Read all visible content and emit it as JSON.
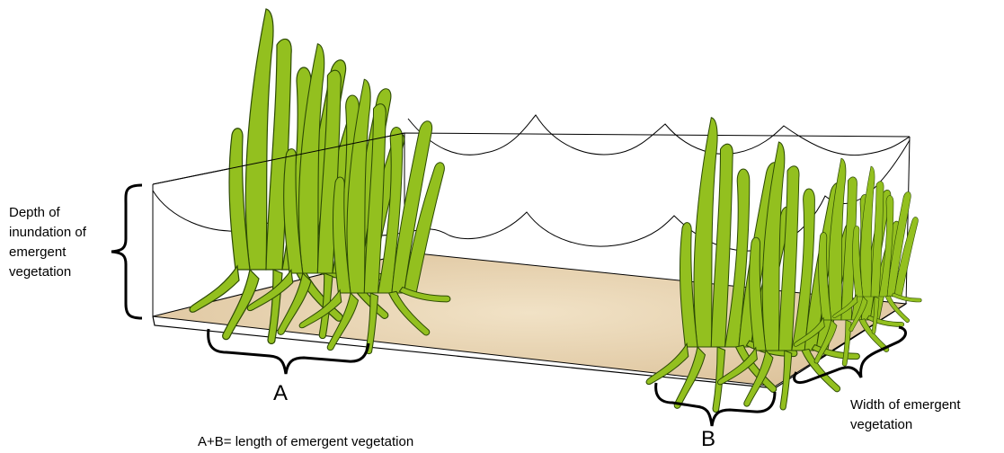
{
  "labels": {
    "depth": "Depth of inundation of emergent vegetation",
    "width": "Width of emergent vegetation",
    "formula": "A+B= length of emergent vegetation",
    "a": "A",
    "b": "B"
  },
  "colors": {
    "vegetation": "#93c01f",
    "vegetation_outline": "#2d4a05",
    "sand": "#e8d3b0",
    "lines": "#000000"
  }
}
